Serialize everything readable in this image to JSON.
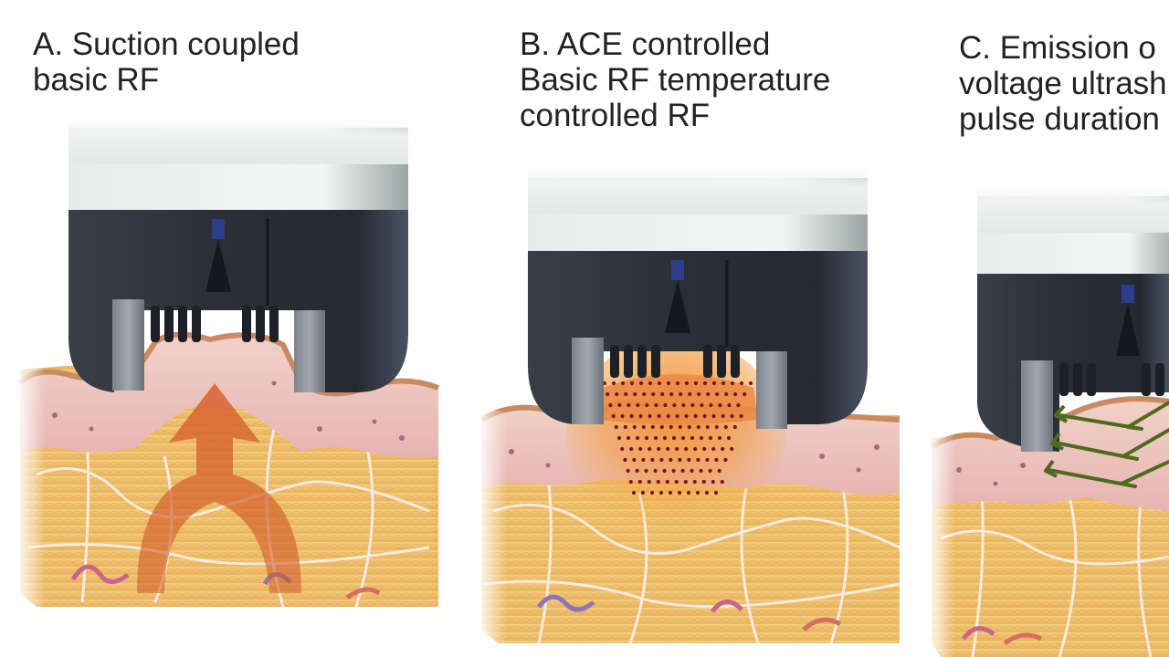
{
  "panels": [
    {
      "id": "a",
      "caption_lines": [
        "A. Suction coupled",
        "basic RF"
      ],
      "effect": "suction-arrow"
    },
    {
      "id": "b",
      "caption_lines": [
        "B. ACE controlled",
        "Basic RF temperature",
        "controlled RF"
      ],
      "effect": "heat-dot-grid"
    },
    {
      "id": "c",
      "caption_lines": [
        "C. Emission o",
        "voltage ultrash",
        "pulse duration"
      ],
      "effect": "lightning-arrows"
    }
  ],
  "colors": {
    "background": "#ffffff",
    "housing_top": "#eef1ef",
    "handpiece_body": "#2c3039",
    "electrode_block": "#8b8f98",
    "marker_blue": "#2c3d8a",
    "epidermis": "#d7a77b",
    "dermis": "#ecc3bd",
    "fat": "#f1c36b",
    "septa": "#f6ebe3",
    "arrow_orange": "#d8612c",
    "heat_dot": "#7d1320",
    "heat_glow": "#f08a2b",
    "lightning": "#4d6a1d",
    "vessel": "#c9648a"
  }
}
